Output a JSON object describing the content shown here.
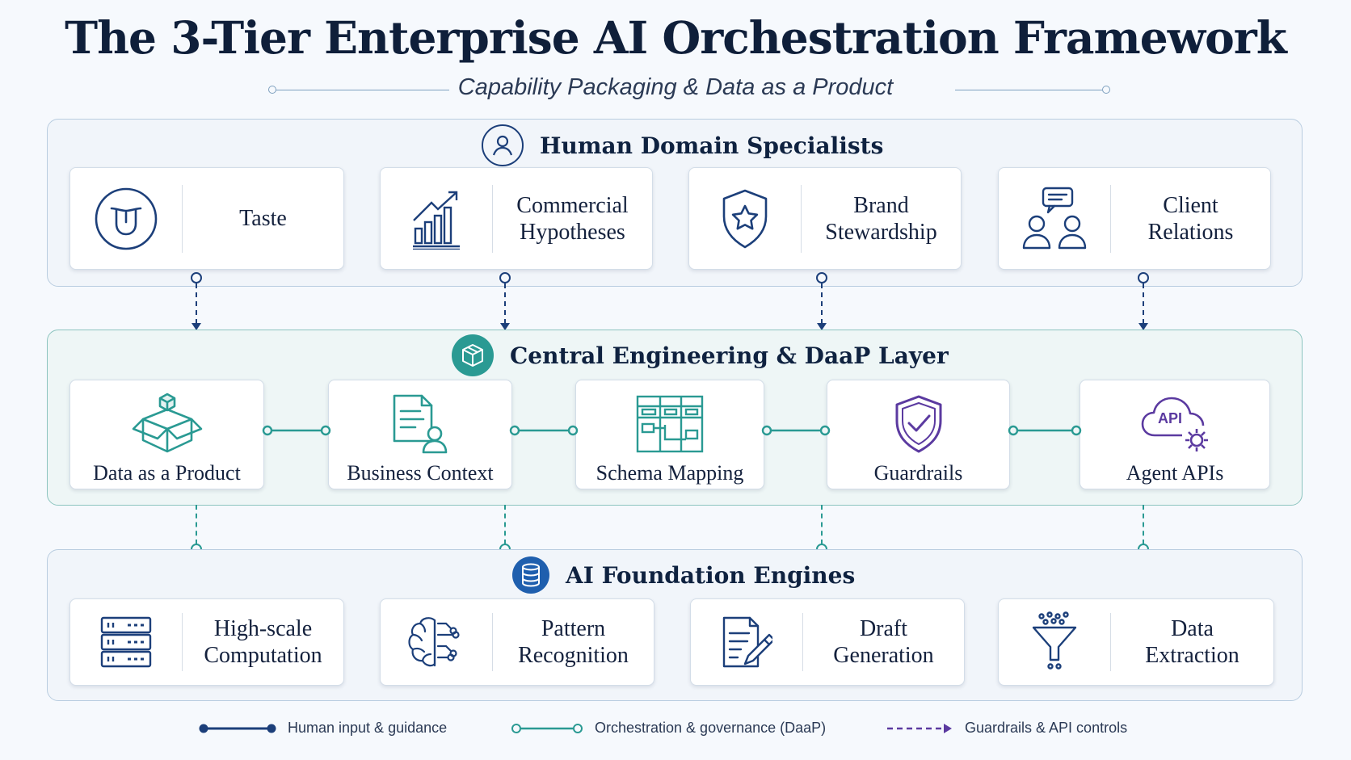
{
  "header": {
    "title": "The 3-Tier Enterprise AI Orchestration Framework",
    "subtitle": "Capability Packaging &  Data as a Product"
  },
  "tiers": [
    {
      "title": "Human Domain Specialists",
      "icon": "user-circle-icon",
      "items": [
        {
          "label": "Taste",
          "icon": "tongue-icon"
        },
        {
          "label": "Commercial\nHypotheses",
          "icon": "growth-chart-icon"
        },
        {
          "label": "Brand\nStewardship",
          "icon": "shield-star-icon"
        },
        {
          "label": "Client\nRelations",
          "icon": "people-chat-icon"
        }
      ]
    },
    {
      "title": "Central Engineering & DaaP Layer",
      "icon": "package-icon",
      "items": [
        {
          "label": "Data as a Product",
          "icon": "open-box-icon"
        },
        {
          "label": "Business Context",
          "icon": "document-user-icon"
        },
        {
          "label": "Schema Mapping",
          "icon": "schema-grid-icon"
        },
        {
          "label": "Guardrails",
          "icon": "shield-check-icon"
        },
        {
          "label": "Agent APIs",
          "icon": "api-cloud-gear-icon",
          "icon_text": "API"
        }
      ]
    },
    {
      "title": "AI Foundation Engines",
      "icon": "database-icon",
      "items": [
        {
          "label": "High-scale\nComputation",
          "icon": "server-rack-icon"
        },
        {
          "label": "Pattern\nRecognition",
          "icon": "brain-circuit-icon"
        },
        {
          "label": "Draft\nGeneration",
          "icon": "document-pen-icon"
        },
        {
          "label": "Data\nExtraction",
          "icon": "funnel-icon"
        }
      ]
    }
  ],
  "legend": [
    {
      "label": "Human input & guidance",
      "color": "#1c3f7a"
    },
    {
      "label": "Orchestration & governance (DaaP)",
      "color": "#2a9a93"
    },
    {
      "label": "Guardrails & API controls",
      "color": "#5b3aa0"
    }
  ],
  "colors": {
    "navy": "#1c3f7a",
    "teal": "#2a9a93",
    "purple": "#5b3aa0"
  }
}
